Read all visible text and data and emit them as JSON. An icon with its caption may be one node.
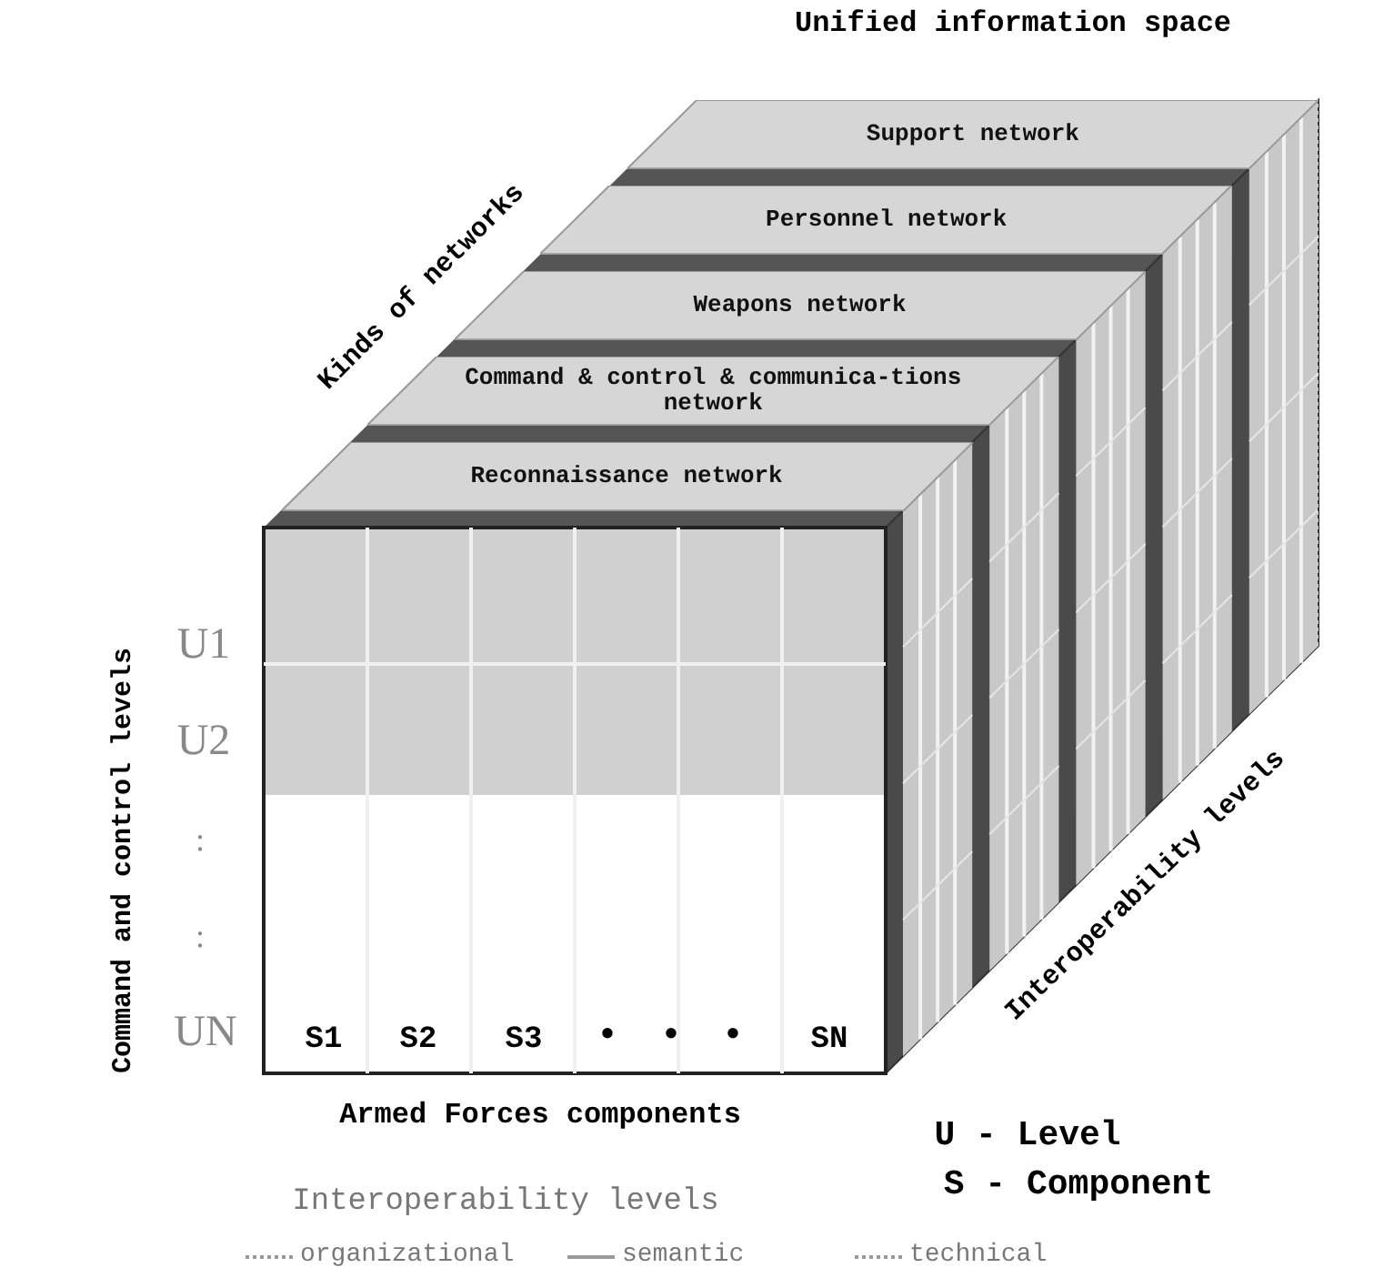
{
  "diagram": {
    "title": "Unified information space",
    "nodes": [
      {
        "text": [
          "Support network"
        ]
      },
      {
        "text": [
          "Personnel network"
        ]
      },
      {
        "text": [
          "Weapons network"
        ]
      },
      {
        "text": [
          "Command & control & communica-tions network"
        ]
      },
      {
        "text": [
          "Reconnaissance network"
        ]
      }
    ],
    "labels": [
      "Kinds of networks",
      "Command and control levels",
      "U1",
      "U2",
      ":",
      ":",
      "UN",
      "S1",
      "S2",
      "S3",
      "•",
      "•",
      "•",
      "SN",
      "Armed Forces components",
      "Interoperability levels",
      "U - Level",
      "S - Component",
      "Interoperability levels"
    ],
    "legend": [
      {
        "text": "organizational"
      },
      {
        "text": "semantic"
      },
      {
        "text": "technical"
      }
    ]
  }
}
